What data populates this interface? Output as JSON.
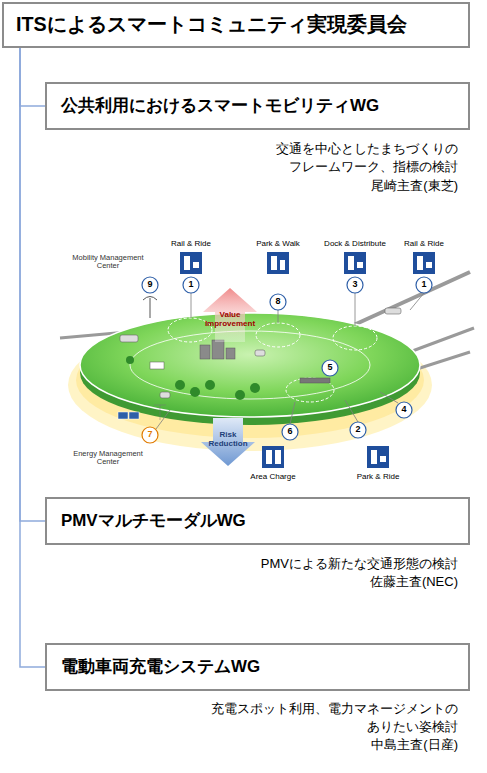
{
  "diagram": {
    "nodes": [
      {
        "text": [
          "ITSによるスマートコミュニティ実現委員会"
        ]
      },
      {
        "text": [
          "公共利用におけるスマートモビリティWG"
        ]
      },
      {
        "text": [
          "PMVマルチモーダルWG"
        ]
      },
      {
        "text": [
          "電動車両充電システムWG"
        ]
      }
    ],
    "edges": [
      {
        "from": 0,
        "to": 1,
        "arrow": "none"
      },
      {
        "from": 0,
        "to": 2,
        "arrow": "none"
      },
      {
        "from": 0,
        "to": 3,
        "arrow": "none"
      }
    ],
    "labels": [
      "交通を中心としたまちづくりの フレームワーク、指標の検討",
      "尾崎主査(東芝)",
      "PMVによる新たな交通形態の検討",
      "佐藤主査(NEC)",
      "充電スポット利用、電力マネージメントの ありたい姿検討",
      "中島主査(日産)",
      "Value Improvement",
      "Risk Reduction",
      "Mobility Management Center",
      "Energy Management Center",
      "Rail & Ride",
      "Park & Walk",
      "Dock & Distribute",
      "Rail & Ride",
      "Park & Ride",
      "Area Charge",
      "9",
      "1",
      "8",
      "3",
      "1",
      "5",
      "4",
      "2",
      "6",
      "7"
    ]
  }
}
